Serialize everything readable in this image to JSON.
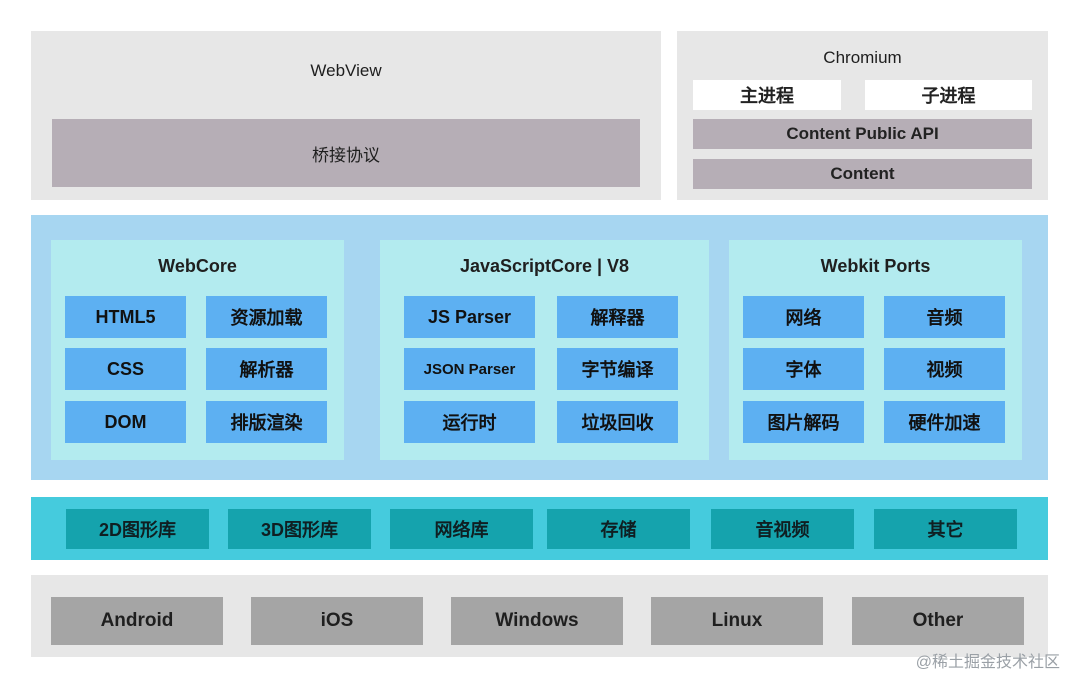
{
  "webview": {
    "title": "WebView",
    "bridge": "桥接协议"
  },
  "chromium": {
    "title": "Chromium",
    "main_process": "主进程",
    "child_process": "子进程",
    "public_api": "Content Public API",
    "content": "Content"
  },
  "webkit": {
    "webcore": {
      "title": "WebCore",
      "cells": [
        "HTML5",
        "资源加载",
        "CSS",
        "解析器",
        "DOM",
        "排版渲染"
      ]
    },
    "jscore": {
      "title": "JavaScriptCore | V8",
      "cells": [
        "JS Parser",
        "解释器",
        "JSON Parser",
        "字节编译",
        "运行时",
        "垃圾回收"
      ]
    },
    "ports": {
      "title": "Webkit Ports",
      "cells": [
        "网络",
        "音频",
        "字体",
        "视频",
        "图片解码",
        "硬件加速"
      ]
    }
  },
  "libraries": [
    "2D图形库",
    "3D图形库",
    "网络库",
    "存储",
    "音视频",
    "其它"
  ],
  "platforms": [
    "Android",
    "iOS",
    "Windows",
    "Linux",
    "Other"
  ],
  "watermark": "@稀土掘金技术社区"
}
